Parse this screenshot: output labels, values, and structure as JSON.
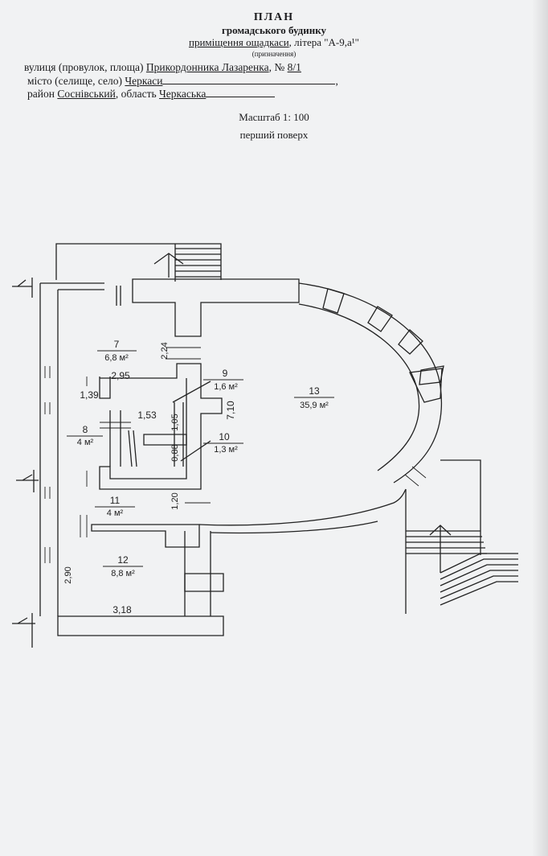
{
  "header": {
    "title": "ПЛАН",
    "subtitle": "громадського будинку",
    "purpose_value": "приміщення ощадкаси",
    "purpose_suffix": ", літера \"А-9,а¹\"",
    "purpose_caption": "(призначення)",
    "street_label": "вулиця (провулок, площа)",
    "street_value": "Прикордонника Лазаренка",
    "number_label": ", №",
    "number_value": "8/1",
    "city_label": "місто (селище, село)",
    "city_value": "Черкаси",
    "city_end": ",",
    "district_label": "район",
    "district_value": "Соснівський",
    "region_label": ", область",
    "region_value": "Черкаська",
    "scale": "Масштаб 1: 100",
    "floor": "перший поверх"
  },
  "rooms": [
    {
      "num": "7",
      "area": "6,8 м²"
    },
    {
      "num": "8",
      "area": "4 м²"
    },
    {
      "num": "9",
      "area": "1,6 м²"
    },
    {
      "num": "10",
      "area": "1,3 м²"
    },
    {
      "num": "11",
      "area": "4 м²"
    },
    {
      "num": "12",
      "area": "8,8 м²"
    },
    {
      "num": "13",
      "area": "35,9 м²"
    }
  ],
  "dimensions": {
    "d224": "2,24",
    "d295": "2,95",
    "d139": "1,39",
    "d153": "1,53",
    "d105": "1,05",
    "d710": "7,10",
    "d088": "0,88",
    "d120": "1,20",
    "d290": "2,90",
    "d318": "3,18"
  }
}
